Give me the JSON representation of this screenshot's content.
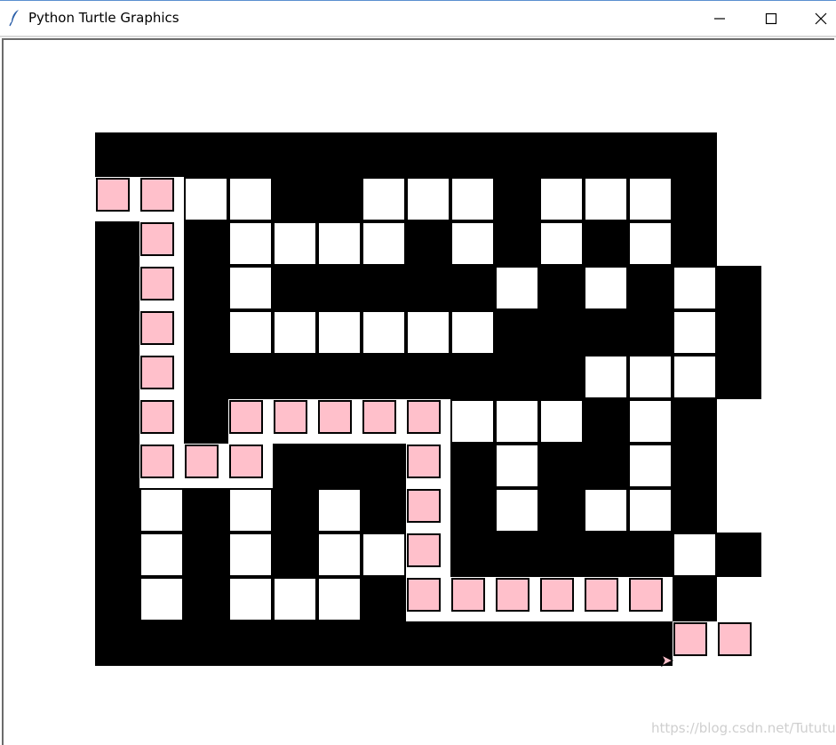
{
  "window": {
    "title": "Python Turtle Graphics",
    "icon": "feather-icon",
    "controls": [
      "minimize-icon",
      "maximize-icon",
      "close-icon"
    ]
  },
  "maze": {
    "legend": {
      "#": "wall",
      ".": "open-cell",
      "p": "path-cell"
    },
    "rows": [
      "##############",
      "pp..##...#...#",
      "#p#....#.#.#.#",
      "#p#.#####.#.#.#",
      "#p#......####.#",
      "#p#########...#",
      "#p#ppppp...#.#",
      "#ppp###p#.##.#",
      "#.#.#.#p#.#..#",
      "#.#.#..p#####.#",
      "#.#...#pppppp#",
      "#############pp"
    ]
  },
  "turtle": {
    "shape": "arrow",
    "heading": "right"
  },
  "watermark": "https://blog.csdn.net/Tututuo",
  "colors": {
    "wall": "#000000",
    "open_cell": "#ffffff",
    "path_cell": "#ffc0cb",
    "cell_border": "#000000",
    "titlebar_accent": "#5a8fcf",
    "feather": "#2b5fa8"
  }
}
